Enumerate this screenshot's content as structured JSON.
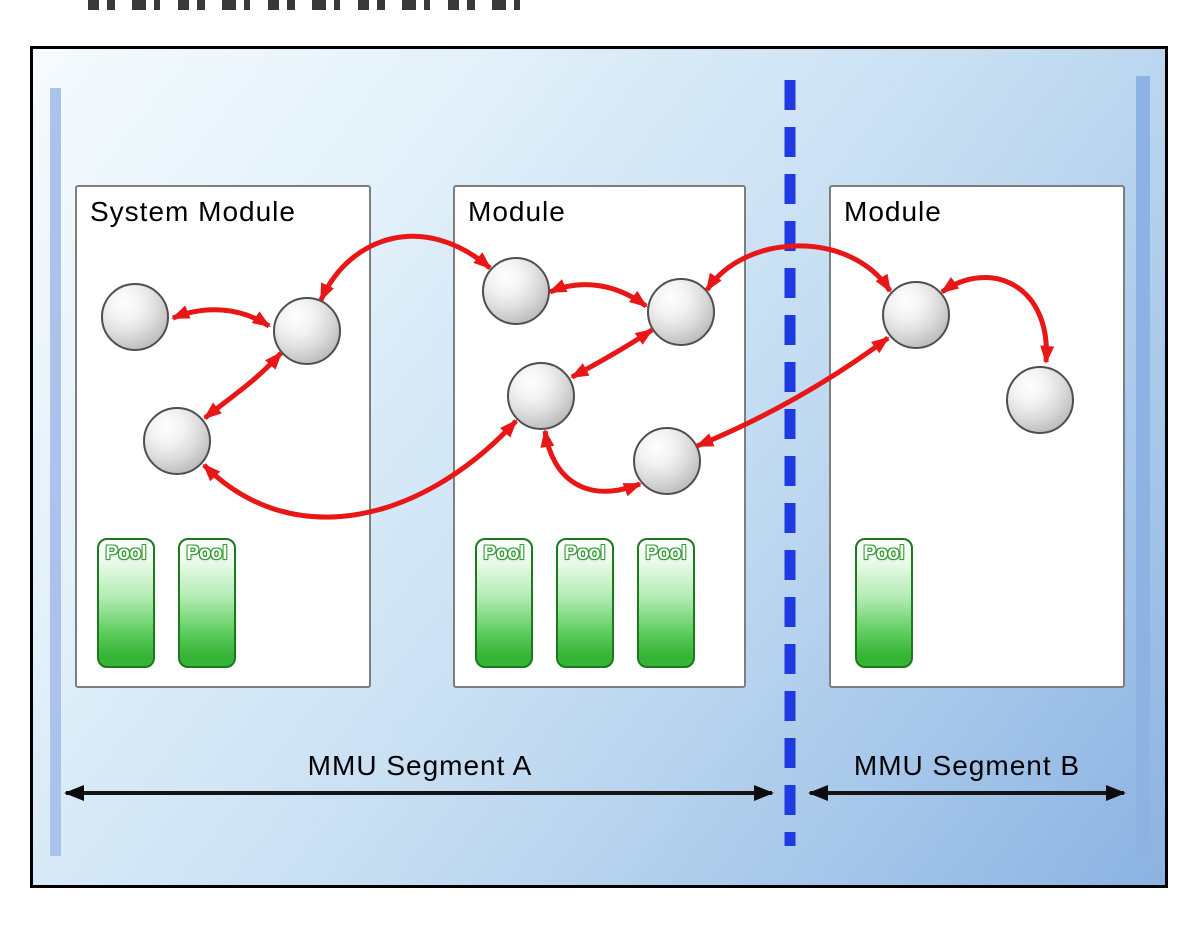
{
  "modules": [
    {
      "label": "System Module",
      "pools": [
        {
          "label": "Pool"
        },
        {
          "label": "Pool"
        }
      ]
    },
    {
      "label": "Module",
      "pools": [
        {
          "label": "Pool"
        },
        {
          "label": "Pool"
        },
        {
          "label": "Pool"
        }
      ]
    },
    {
      "label": "Module",
      "pools": [
        {
          "label": "Pool"
        }
      ]
    }
  ],
  "segments": [
    {
      "label": "MMU Segment A"
    },
    {
      "label": "MMU Segment B"
    }
  ],
  "colors": {
    "arrow": "#e81616",
    "divider": "#1f3ae0",
    "pool": "#35b435"
  }
}
